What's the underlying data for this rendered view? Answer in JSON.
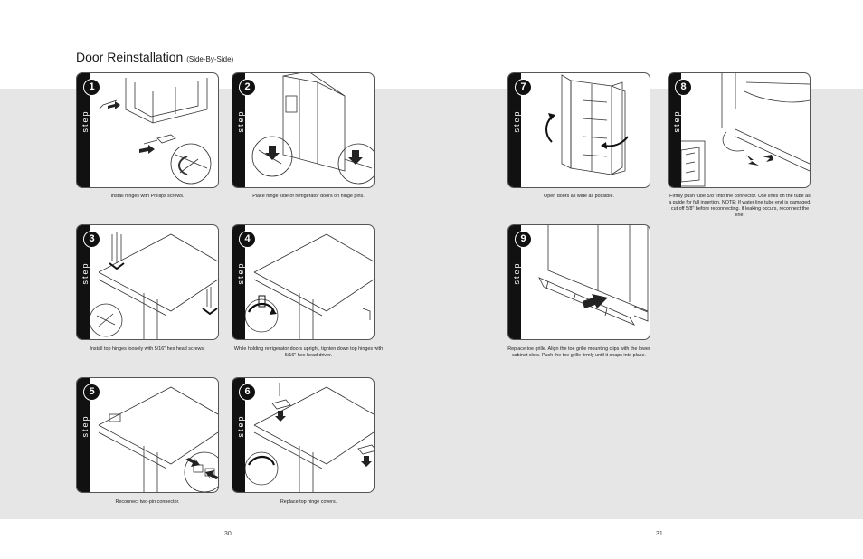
{
  "title": "Door Reinstallation",
  "subtitle": "(Side-By-Side)",
  "step_word": "step",
  "steps": [
    {
      "num": "1",
      "caption": "Install hinges with Phillips screws."
    },
    {
      "num": "2",
      "caption": "Place hinge side of refrigerator doors on hinge pins."
    },
    {
      "num": "3",
      "caption": "Install top hinges loosely with 5/16\" hex head screws."
    },
    {
      "num": "4",
      "caption": "While holding refrigerator doors upright, tighten down top hinges with 5/16\" hex head driver."
    },
    {
      "num": "5",
      "caption": "Reconnect two-pin connector."
    },
    {
      "num": "6",
      "caption": "Replace top hinge covers."
    },
    {
      "num": "7",
      "caption": "Open doors as wide as possible."
    },
    {
      "num": "8",
      "caption": "Firmly push tube 5/8\" into the connector. Use lines on the tube as a guide for full insertion. NOTE: If water line tube end is damaged, cut off 5/8\" before reconnecting. If leaking occurs, reconnect the line."
    },
    {
      "num": "9",
      "caption": "Replace toe grille. Align the toe grille mounting clips with the lower cabinet slots. Push the toe grille firmly until it snaps into place."
    }
  ],
  "page_left": "30",
  "page_right": "31"
}
